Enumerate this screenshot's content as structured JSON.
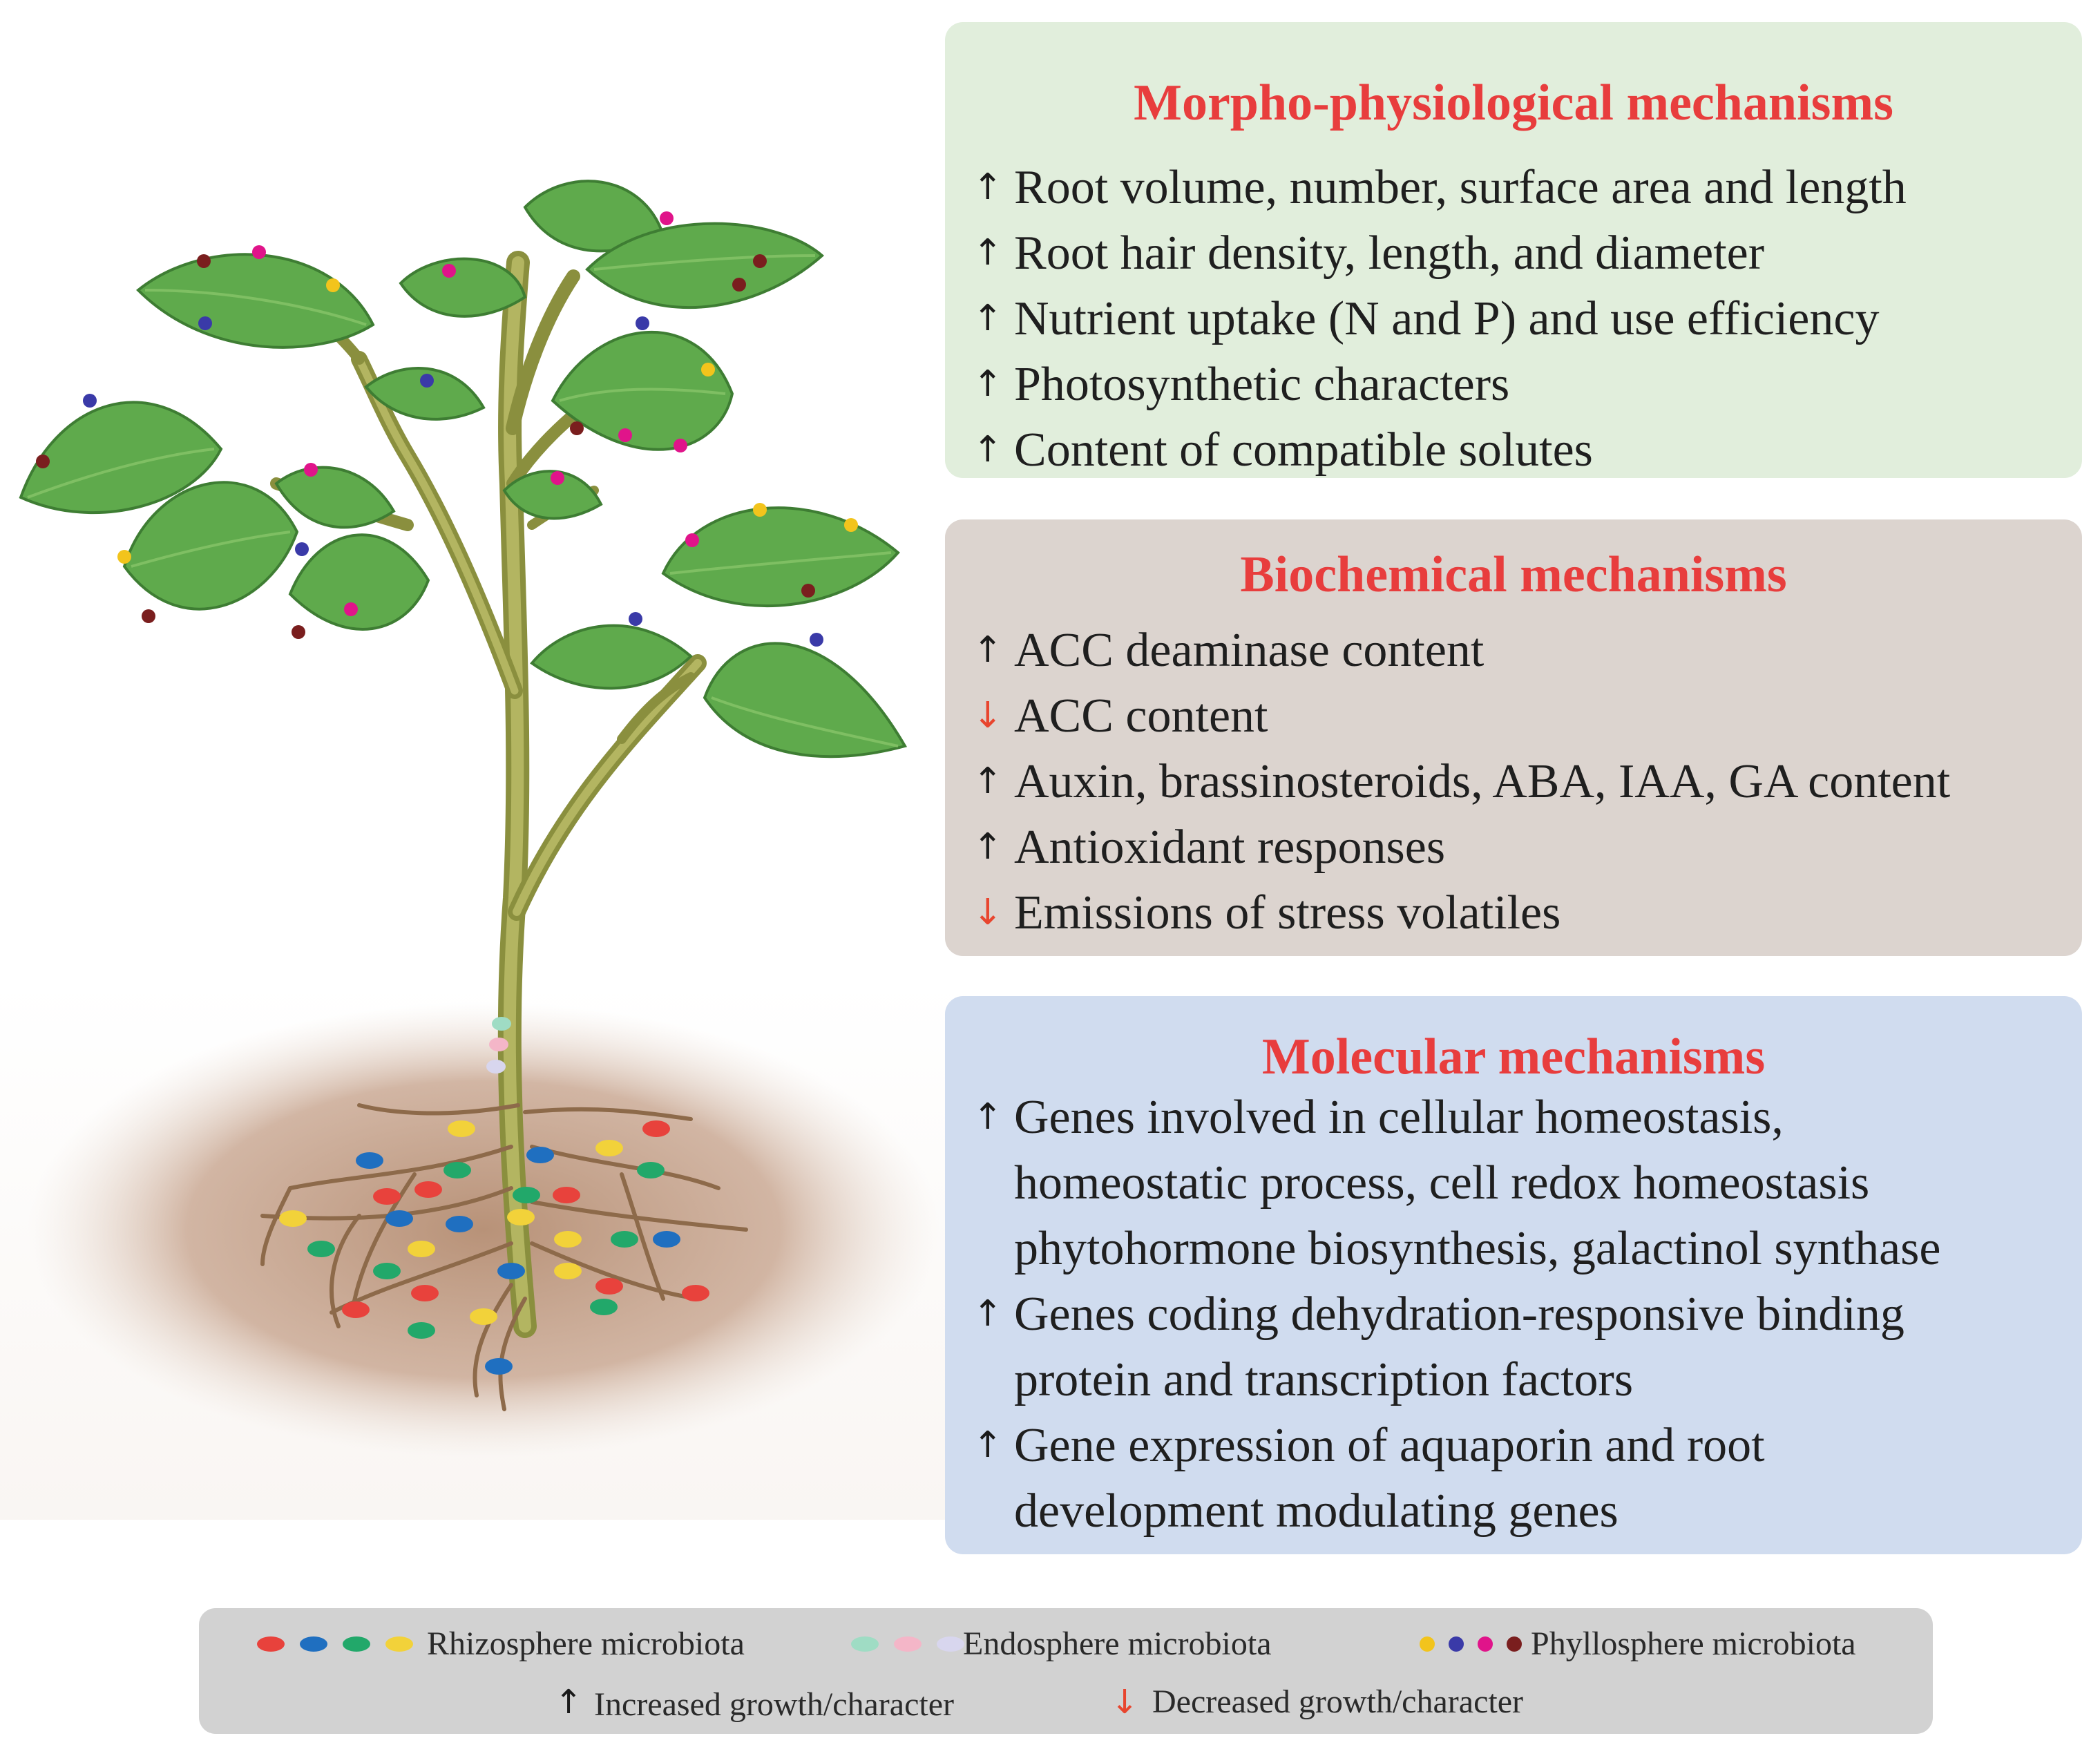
{
  "panels": [
    {
      "title": "Morpho-physiological mechanisms",
      "items": [
        {
          "dir": "up",
          "text": "Root volume, number, surface area and length"
        },
        {
          "dir": "up",
          "text": "Root hair density, length, and diameter"
        },
        {
          "dir": "up",
          "text": "Nutrient uptake (N and P) and use efficiency"
        },
        {
          "dir": "up",
          "text": "Photosynthetic characters"
        },
        {
          "dir": "up",
          "text": "Content of compatible solutes"
        }
      ]
    },
    {
      "title": "Biochemical mechanisms",
      "items": [
        {
          "dir": "up",
          "text": "ACC deaminase content"
        },
        {
          "dir": "down",
          "text": "ACC content"
        },
        {
          "dir": "up",
          "text": "Auxin, brassinosteroids, ABA, IAA, GA content"
        },
        {
          "dir": "up",
          "text": "Antioxidant responses"
        },
        {
          "dir": "down",
          "text": "Emissions of stress volatiles"
        }
      ]
    },
    {
      "title": "Molecular mechanisms",
      "items": [
        {
          "dir": "up",
          "lines": [
            "Genes involved in cellular homeostasis,",
            "homeostatic process, cell redox homeostasis",
            "phytohormone biosynthesis, galactinol synthase"
          ]
        },
        {
          "dir": "up",
          "lines": [
            "Genes coding dehydration-responsive binding",
            "protein and transcription factors"
          ]
        },
        {
          "dir": "up",
          "lines": [
            "Gene expression of aquaporin and root",
            "development modulating genes"
          ]
        }
      ]
    }
  ],
  "legend": {
    "rhizosphere": "Rhizosphere microbiota",
    "endosphere": "Endosphere microbiota",
    "phyllosphere": "Phyllosphere microbiota",
    "increased": "Increased growth/character",
    "decreased": "Decreased growth/character"
  },
  "symbols": {
    "up": "↑",
    "down": "↓"
  },
  "colors": {
    "title_red": "#e83d3d",
    "down_arrow": "#e8452e",
    "morpho_bg": "#e1eedc",
    "bio_bg": "#dcd4cf",
    "mol_bg": "#d0dcef",
    "legend_bg": "#d2d2d2",
    "rhizosphere": [
      "#e8423c",
      "#1f6fc0",
      "#22a86a",
      "#f2d23a"
    ],
    "endosphere": [
      "#9fdcc4",
      "#f4b6c8",
      "#d8d6ee"
    ],
    "phyllosphere": [
      "#f2c41c",
      "#3a3aa8",
      "#e0148a",
      "#7a1e1e"
    ]
  }
}
